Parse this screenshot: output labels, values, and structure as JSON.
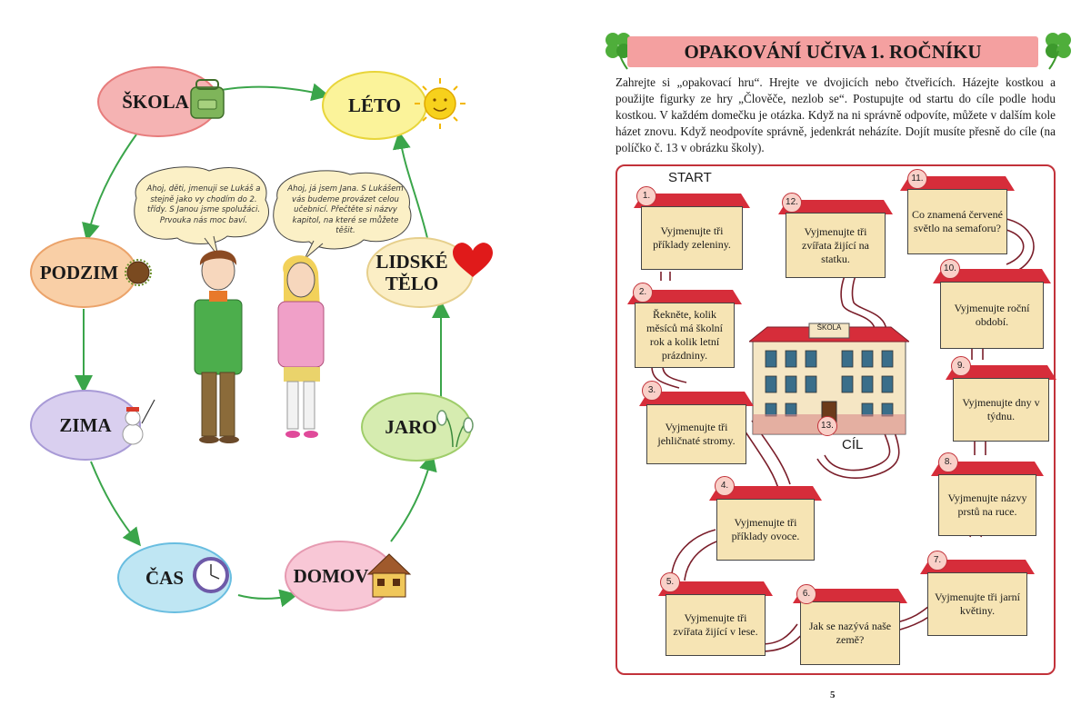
{
  "left_page": {
    "cycle": [
      {
        "key": "skola",
        "label": "ŠKOLA",
        "icon": "backpack-icon"
      },
      {
        "key": "leto",
        "label": "LÉTO",
        "icon": "sun-icon"
      },
      {
        "key": "lidske_telo",
        "label": "LIDSKÉ TĚLO",
        "line1": "LIDSKÉ",
        "line2": "TĚLO",
        "icon": "heart-icon"
      },
      {
        "key": "jaro",
        "label": "JARO",
        "icon": "snowdrop-icon"
      },
      {
        "key": "domov",
        "label": "DOMOV",
        "icon": "house-icon"
      },
      {
        "key": "cas",
        "label": "ČAS",
        "icon": "clock-icon"
      },
      {
        "key": "zima",
        "label": "ZIMA",
        "icon": "snowman-icon"
      },
      {
        "key": "podzim",
        "label": "PODZIM",
        "icon": "chestnut-icon"
      }
    ],
    "bubble_lukas": "Ahoj, děti, jmenuji se Lukáš a stejně jako vy chodím do 2. třídy. S Janou jsme spolužáci. Prvouka nás moc baví.",
    "bubble_jana": "Ahoj, já jsem Jana. S Lukášem vás budeme provázet celou učebnicí. Přečtěte si názvy kapitol, na které se můžete těšit.",
    "colors": {
      "skola": "#f5b3b3",
      "leto": "#fbf39a",
      "lidske_telo": "#fbeec5",
      "jaro": "#d6ecb0",
      "domov": "#f8c7d6",
      "cas": "#bfe6f3",
      "zima": "#d9cfef",
      "podzim": "#f9cfa6",
      "arrow": "#3aa54a"
    }
  },
  "right_page": {
    "title": "OPAKOVÁNÍ UČIVA 1. ROČNÍKU",
    "intro": "Zahrejte si „opakovací hru“. Hrejte ve dvojicích nebo čtveřicích. Házejte kostkou a použijte figurky ze hry „Člověče, nezlob se“. Postupujte od startu do cíle podle hodu kostkou. V každém domečku je otázka. Když na ni správně odpovíte, můžete v dalším kole házet znovu. Když neodpovíte správně, jedenkrát neházíte. Dojít musíte přesně do cíle (na políčko č. 13 v obrázku školy).",
    "start": "START",
    "finish": "CÍL",
    "school_sign": "ŠKOLA",
    "finish_number": "13.",
    "questions": [
      {
        "n": "1.",
        "text": "Vyjmenujte tři příklady zeleniny."
      },
      {
        "n": "2.",
        "text": "Řekněte, kolik měsíců má školní rok a kolik letní prázdniny."
      },
      {
        "n": "3.",
        "text": "Vyjmenujte tři jehličnaté stromy."
      },
      {
        "n": "4.",
        "text": "Vyjmenujte tři příklady ovoce."
      },
      {
        "n": "5.",
        "text": "Vyjmenujte tři zvířata žijící v lese."
      },
      {
        "n": "6.",
        "text": "Jak se nazývá naše země?"
      },
      {
        "n": "7.",
        "text": "Vyjmenujte tři jarní květiny."
      },
      {
        "n": "8.",
        "text": "Vyjmenujte názvy prstů na ruce."
      },
      {
        "n": "9.",
        "text": "Vyjmenujte dny v týdnu."
      },
      {
        "n": "10.",
        "text": "Vyjmenujte roční období."
      },
      {
        "n": "11.",
        "text": "Co znamená červené světlo na semaforu?"
      },
      {
        "n": "12.",
        "text": "Vyjmenujte tři zvířata žijící na statku."
      }
    ],
    "page_number": "5",
    "colors": {
      "banner": "#f4a0a0",
      "frame": "#c2323a",
      "roof": "#d62d3a",
      "house_body": "#f6e4b4",
      "clover": "#4fae3b"
    }
  }
}
